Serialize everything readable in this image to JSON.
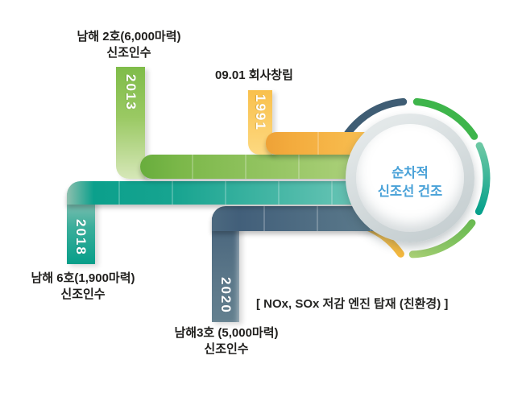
{
  "diagram": {
    "goal": {
      "line1": "순차적",
      "line2": "신조선 건조"
    },
    "footnote": "[ NOx, SOx 저감 엔진 탑재 (친환경) ]",
    "events": [
      {
        "year": "1991",
        "title": "09.01 회사창립",
        "subtitle": "",
        "ribbon_color": "#f5b53f"
      },
      {
        "year": "2013",
        "title": "남해 2호(6,000마력)",
        "subtitle": "신조인수",
        "ribbon_color": "#7db94e"
      },
      {
        "year": "2018",
        "title": "남해 6호(1,900마력)",
        "subtitle": "신조인수",
        "ribbon_color": "#14a28e"
      },
      {
        "year": "2020",
        "title": "남해3호 (5,000마력)",
        "subtitle": "신조인수",
        "ribbon_color": "#4e6b82"
      }
    ],
    "colors": {
      "arc_slate": "#3f5d74",
      "arc_green": "#3eb54b",
      "arc_teal_light": "#6cc8a4",
      "arc_teal_dark": "#07a18c",
      "arc_light_green": "#8cc463",
      "arc_yellow": "#f6bb47",
      "ring_gray": "#ccd4d6",
      "goal_text_blue": "#4aa2d8",
      "label_text": "#1f1e1c"
    }
  }
}
